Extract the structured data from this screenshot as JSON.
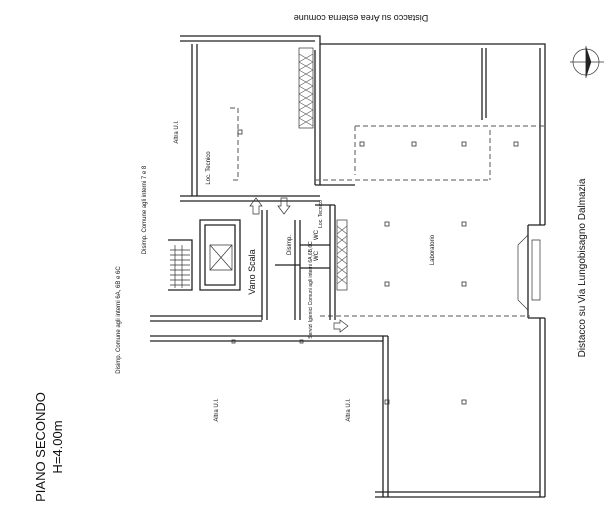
{
  "top_note": "Distacco su Area esterna comune",
  "right_note": "Distacco su Via Lungobisagno Dalmazia",
  "floor": {
    "name": "PIANO SECONDO",
    "height": "H=4.00m"
  },
  "rooms": {
    "altra_ui_top": "Altra U.I.",
    "loc_tecnico": "Loc. Tecnico",
    "disimp_comune_top": "Disimp. Comune agli interni 7 e 8",
    "vano_scala": "Vano Scala",
    "disimp": "Disimp.",
    "wc1": "WC",
    "wc2": "WC",
    "loc_tecnico_small": "Loc. Tecnico",
    "servizi_igienici": "Servizi Igienici Comuni agli interni 6A,6B,6C",
    "laboratorio": "Laboratorio",
    "disimp_comune_bottom": "Disimp. Comune agli interni 6A, 6B e 6C",
    "altra_ui_left": "Altra U.I.",
    "altra_ui_right": "Altra U.I."
  }
}
